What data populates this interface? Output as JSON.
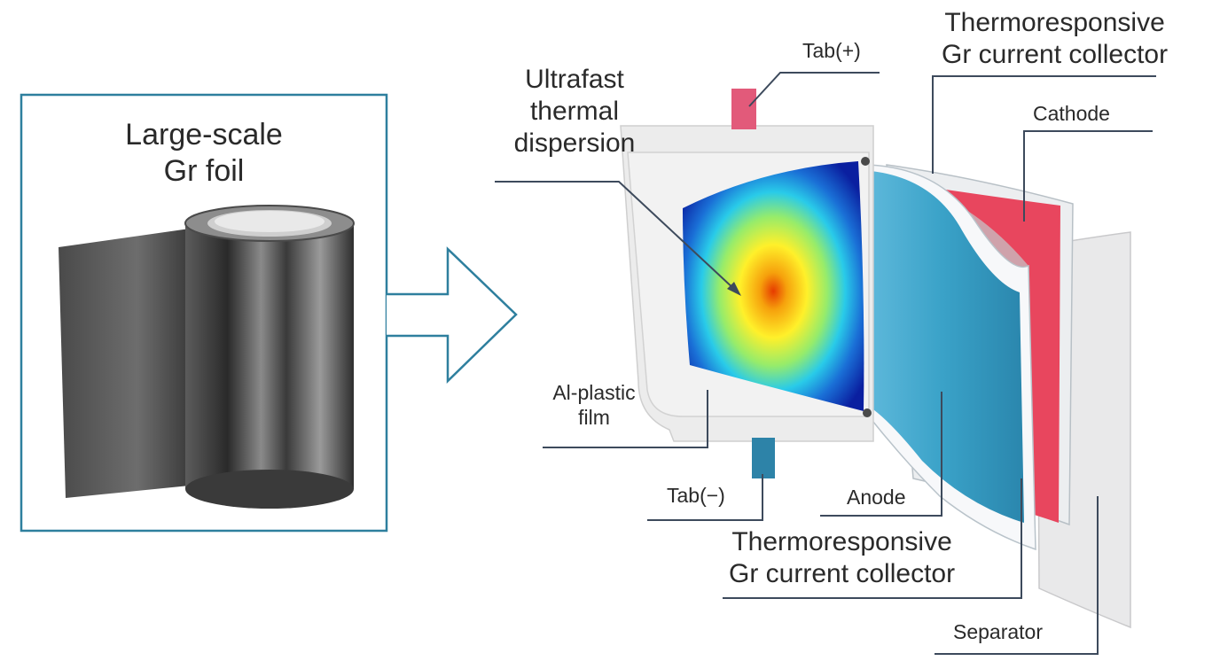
{
  "left_panel": {
    "title_line1": "Large-scale",
    "title_line2": "Gr foil"
  },
  "labels": {
    "thermal_line1": "Ultrafast",
    "thermal_line2": "thermal",
    "thermal_line3": "dispersion",
    "tab_plus": "Tab(+)",
    "top_collector_line1": "Thermoresponsive",
    "top_collector_line2": "Gr current collector",
    "cathode": "Cathode",
    "al_film_line1": "Al-plastic",
    "al_film_line2": "film",
    "tab_minus": "Tab(−)",
    "anode": "Anode",
    "bottom_collector_line1": "Thermoresponsive",
    "bottom_collector_line2": "Gr current collector",
    "separator": "Separator"
  },
  "colors": {
    "panel_border": "#2e7f9e",
    "leader_line": "#3d4a5c",
    "tab_positive": "#e25a7a",
    "tab_negative": "#2d83a8",
    "anode": "#3aa2c8",
    "cathode": "#e8465e",
    "pouch": "#ececec"
  }
}
